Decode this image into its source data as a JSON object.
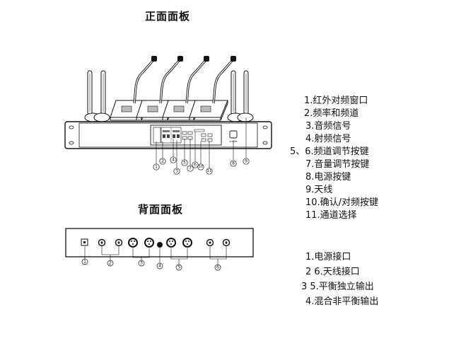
{
  "front_panel": {
    "title": "正面面板",
    "legend": [
      "1.红外对频窗口",
      "2.频率和频道",
      "3.音频信号",
      "4.射频信号",
      "5、6.频道调节按键",
      "7.音量调节按键",
      "8.电源按键",
      "9.天线",
      "10.确认/对频按键",
      "11.通道选择"
    ],
    "callouts": [
      "1",
      "2",
      "3",
      "4",
      "5",
      "6",
      "7",
      "8",
      "9",
      "10",
      "11"
    ],
    "power_label": "POWER"
  },
  "back_panel": {
    "title": "背面面板",
    "legend": [
      "1.电源接口",
      "2 6.天线接口",
      "3 5.平衡独立输出",
      "4.混合非平衡输出"
    ],
    "callouts": [
      "1",
      "2",
      "3",
      "4",
      "5",
      "6"
    ]
  }
}
